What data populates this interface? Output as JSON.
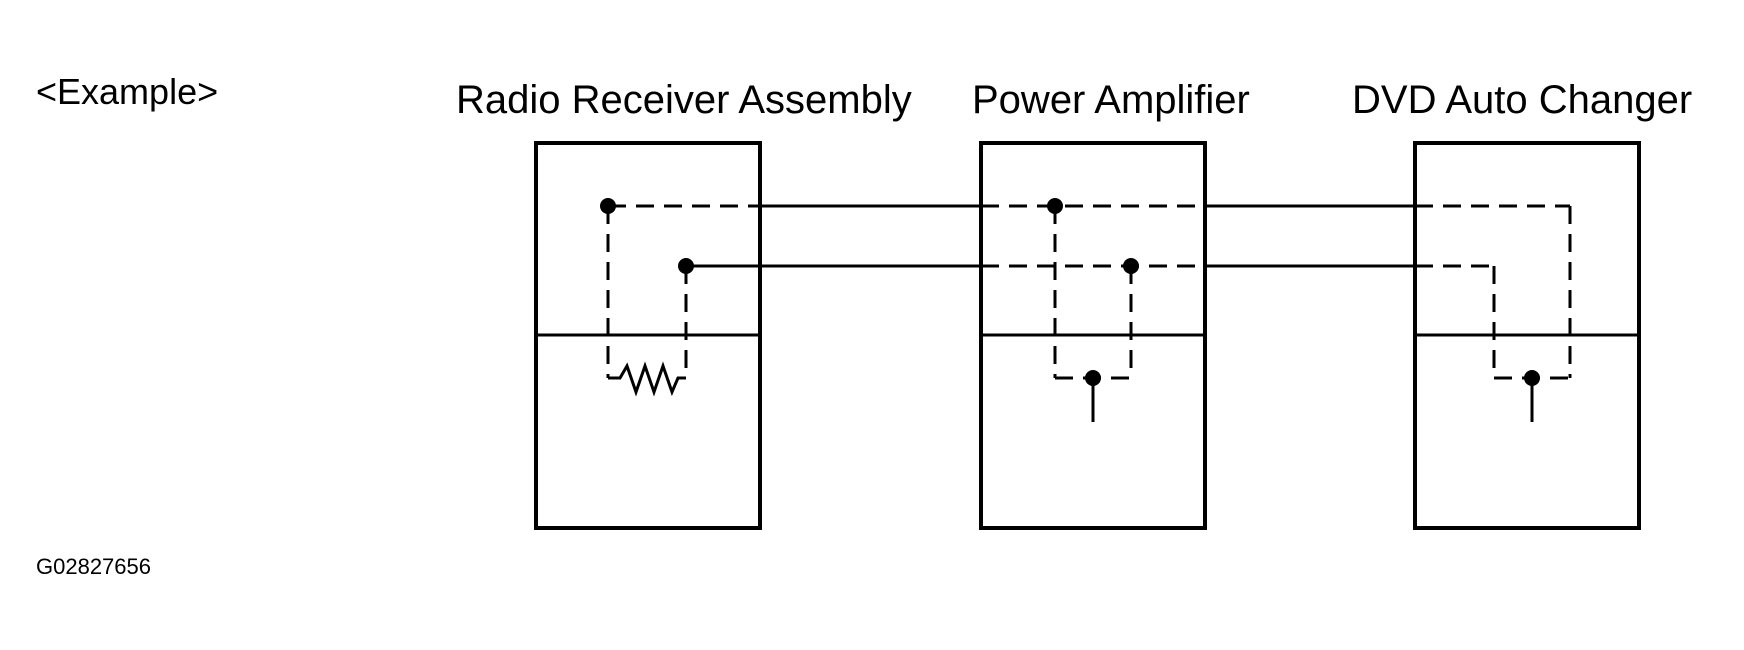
{
  "example_label": "<Example>",
  "figure_id": "G02827656",
  "components": {
    "radio_receiver": "Radio Receiver Assembly",
    "power_amplifier": "Power Amplifier",
    "dvd_auto_changer": "DVD Auto Changer"
  }
}
